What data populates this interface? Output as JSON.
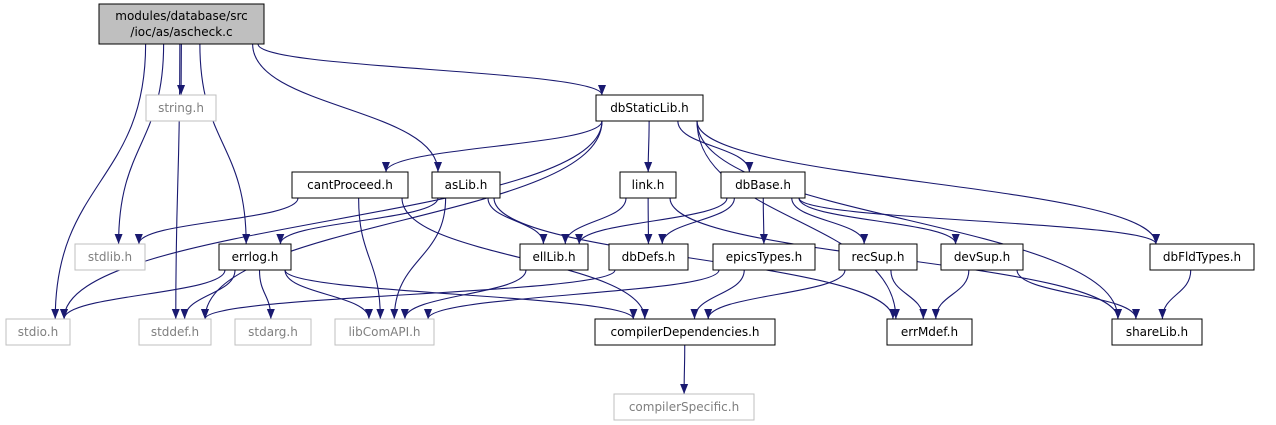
{
  "colors": {
    "edge": "#191970",
    "node_border": "#000000",
    "node_border_missing": "#bfbfbf",
    "node_text": "#000000",
    "node_text_missing": "#7f7f7f",
    "root_fill": "#bfbfbf"
  },
  "nodes": [
    {
      "id": "ascheck",
      "lines": [
        "modules/database/src",
        "/ioc/as/ascheck.c"
      ],
      "kind": "root"
    },
    {
      "id": "string",
      "lines": [
        "string.h"
      ],
      "kind": "missing"
    },
    {
      "id": "dbStaticLib",
      "lines": [
        "dbStaticLib.h"
      ],
      "kind": "normal"
    },
    {
      "id": "cantProceed",
      "lines": [
        "cantProceed.h"
      ],
      "kind": "normal"
    },
    {
      "id": "asLib",
      "lines": [
        "asLib.h"
      ],
      "kind": "normal"
    },
    {
      "id": "link",
      "lines": [
        "link.h"
      ],
      "kind": "normal"
    },
    {
      "id": "dbBase",
      "lines": [
        "dbBase.h"
      ],
      "kind": "normal"
    },
    {
      "id": "stdlib",
      "lines": [
        "stdlib.h"
      ],
      "kind": "missing"
    },
    {
      "id": "errlog",
      "lines": [
        "errlog.h"
      ],
      "kind": "normal"
    },
    {
      "id": "ellLib",
      "lines": [
        "ellLib.h"
      ],
      "kind": "normal"
    },
    {
      "id": "dbDefs",
      "lines": [
        "dbDefs.h"
      ],
      "kind": "normal"
    },
    {
      "id": "epicsTypes",
      "lines": [
        "epicsTypes.h"
      ],
      "kind": "normal"
    },
    {
      "id": "recSup",
      "lines": [
        "recSup.h"
      ],
      "kind": "normal"
    },
    {
      "id": "devSup",
      "lines": [
        "devSup.h"
      ],
      "kind": "normal"
    },
    {
      "id": "dbFldTypes",
      "lines": [
        "dbFldTypes.h"
      ],
      "kind": "normal"
    },
    {
      "id": "stdio",
      "lines": [
        "stdio.h"
      ],
      "kind": "missing"
    },
    {
      "id": "stddef",
      "lines": [
        "stddef.h"
      ],
      "kind": "missing"
    },
    {
      "id": "stdarg",
      "lines": [
        "stdarg.h"
      ],
      "kind": "missing"
    },
    {
      "id": "libComAPI",
      "lines": [
        "libComAPI.h"
      ],
      "kind": "missing"
    },
    {
      "id": "compilerDependencies",
      "lines": [
        "compilerDependencies.h"
      ],
      "kind": "normal"
    },
    {
      "id": "errMdef",
      "lines": [
        "errMdef.h"
      ],
      "kind": "normal"
    },
    {
      "id": "shareLib",
      "lines": [
        "shareLib.h"
      ],
      "kind": "normal"
    },
    {
      "id": "compilerSpecific",
      "lines": [
        "compilerSpecific.h"
      ],
      "kind": "missing"
    }
  ],
  "edges": [
    {
      "from": "ascheck",
      "to": "string"
    },
    {
      "from": "ascheck",
      "to": "dbStaticLib"
    },
    {
      "from": "ascheck",
      "to": "asLib"
    },
    {
      "from": "ascheck",
      "to": "errlog"
    },
    {
      "from": "ascheck",
      "to": "stdlib"
    },
    {
      "from": "ascheck",
      "to": "stdio"
    },
    {
      "from": "ascheck",
      "to": "stddef"
    },
    {
      "from": "dbStaticLib",
      "to": "cantProceed"
    },
    {
      "from": "dbStaticLib",
      "to": "link"
    },
    {
      "from": "dbStaticLib",
      "to": "dbBase"
    },
    {
      "from": "dbStaticLib",
      "to": "stdio"
    },
    {
      "from": "dbStaticLib",
      "to": "stddef"
    },
    {
      "from": "dbStaticLib",
      "to": "errMdef"
    },
    {
      "from": "dbStaticLib",
      "to": "dbFldTypes"
    },
    {
      "from": "dbStaticLib",
      "to": "shareLib"
    },
    {
      "from": "cantProceed",
      "to": "stdlib"
    },
    {
      "from": "cantProceed",
      "to": "libComAPI"
    },
    {
      "from": "cantProceed",
      "to": "compilerDependencies"
    },
    {
      "from": "asLib",
      "to": "errlog"
    },
    {
      "from": "asLib",
      "to": "ellLib"
    },
    {
      "from": "asLib",
      "to": "libComAPI"
    },
    {
      "from": "asLib",
      "to": "errMdef"
    },
    {
      "from": "link",
      "to": "ellLib"
    },
    {
      "from": "link",
      "to": "dbDefs"
    },
    {
      "from": "link",
      "to": "shareLib"
    },
    {
      "from": "dbBase",
      "to": "ellLib"
    },
    {
      "from": "dbBase",
      "to": "dbDefs"
    },
    {
      "from": "dbBase",
      "to": "epicsTypes"
    },
    {
      "from": "dbBase",
      "to": "recSup"
    },
    {
      "from": "dbBase",
      "to": "devSup"
    },
    {
      "from": "dbBase",
      "to": "dbFldTypes"
    },
    {
      "from": "errlog",
      "to": "stdio"
    },
    {
      "from": "errlog",
      "to": "stddef"
    },
    {
      "from": "errlog",
      "to": "stdarg"
    },
    {
      "from": "errlog",
      "to": "libComAPI"
    },
    {
      "from": "errlog",
      "to": "compilerDependencies"
    },
    {
      "from": "ellLib",
      "to": "libComAPI"
    },
    {
      "from": "dbDefs",
      "to": "stddef"
    },
    {
      "from": "epicsTypes",
      "to": "libComAPI"
    },
    {
      "from": "epicsTypes",
      "to": "compilerDependencies"
    },
    {
      "from": "recSup",
      "to": "errMdef"
    },
    {
      "from": "recSup",
      "to": "compilerDependencies"
    },
    {
      "from": "devSup",
      "to": "errMdef"
    },
    {
      "from": "devSup",
      "to": "shareLib"
    },
    {
      "from": "dbFldTypes",
      "to": "shareLib"
    },
    {
      "from": "compilerDependencies",
      "to": "compilerSpecific"
    }
  ]
}
